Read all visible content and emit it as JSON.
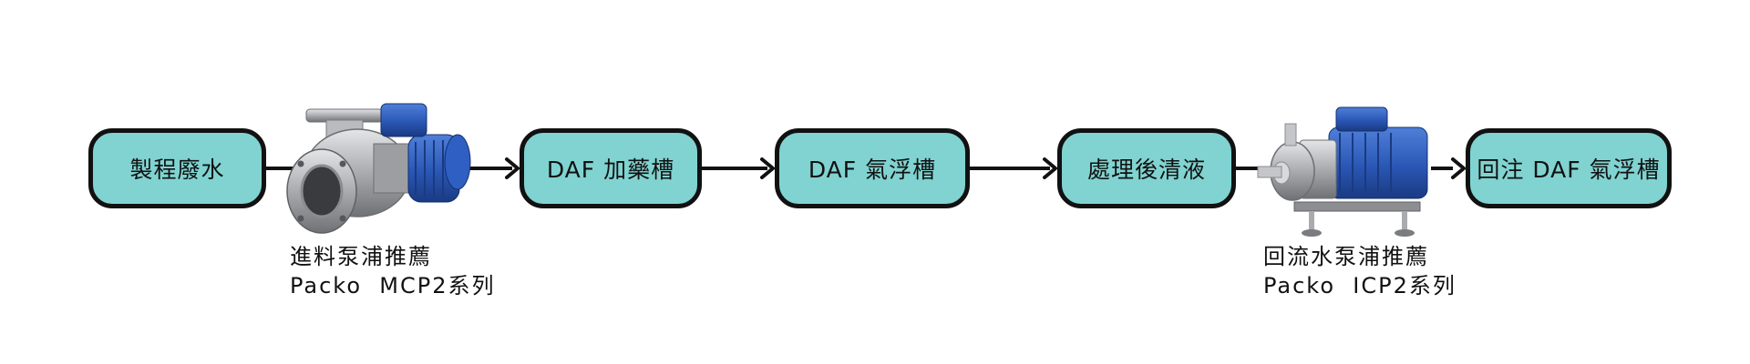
{
  "nodes": [
    {
      "id": "n1",
      "label": "製程廢水"
    },
    {
      "id": "n2",
      "label": "DAF 加藥槽"
    },
    {
      "id": "n3",
      "label": "DAF 氣浮槽"
    },
    {
      "id": "n4",
      "label": "處理後清液"
    },
    {
      "id": "n5",
      "label": "回注 DAF 氣浮槽"
    }
  ],
  "pumps": [
    {
      "id": "p1",
      "icon": "centrifugal-pump-mcp2-icon",
      "caption_line1": "進料泵浦推薦",
      "caption_line2": "Packo  MCP2系列"
    },
    {
      "id": "p2",
      "icon": "centrifugal-pump-icp2-icon",
      "caption_line1": "回流水泵浦推薦",
      "caption_line2": "Packo  ICP2系列"
    }
  ],
  "edges": [
    {
      "from": "n1",
      "to": "n2",
      "via": "p1"
    },
    {
      "from": "n2",
      "to": "n3"
    },
    {
      "from": "n3",
      "to": "n4"
    },
    {
      "from": "n4",
      "to": "n5",
      "via": "p2"
    }
  ],
  "colors": {
    "node_fill": "#80d3d1",
    "stroke": "#111111",
    "motor_blue": "#2a57b5",
    "steel": "#b5b7bb"
  }
}
